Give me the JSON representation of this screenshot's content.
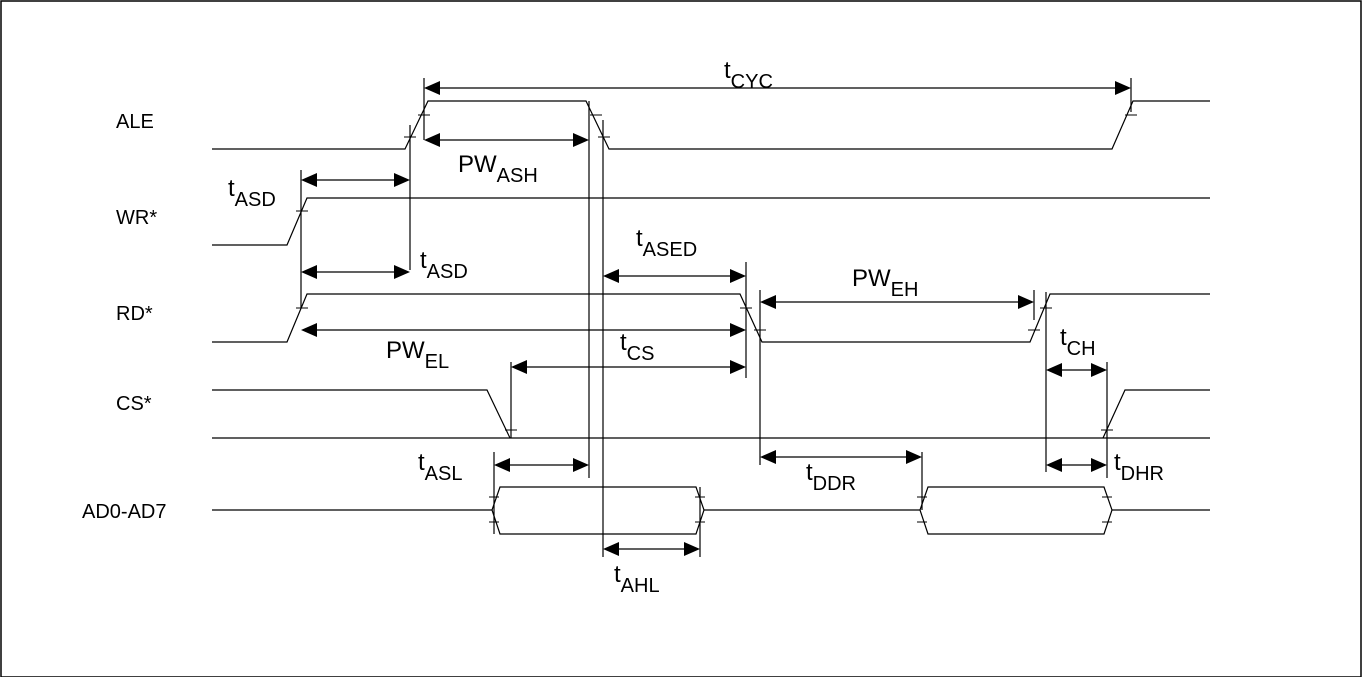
{
  "signals": {
    "ale": "ALE",
    "wr": "WR*",
    "rd": "RD*",
    "cs": "CS*",
    "ad": "AD0-AD7"
  },
  "timings": {
    "tcyc": {
      "main": "t",
      "sub": "CYC"
    },
    "pwash": {
      "main": "PW",
      "sub": "ASH"
    },
    "tasd_wr": {
      "main": "t",
      "sub": "ASD"
    },
    "tasd_rd": {
      "main": "t",
      "sub": "ASD"
    },
    "tased": {
      "main": "t",
      "sub": "ASED"
    },
    "pweh": {
      "main": "PW",
      "sub": "EH"
    },
    "pwel": {
      "main": "PW",
      "sub": "EL"
    },
    "tcs": {
      "main": "t",
      "sub": "CS"
    },
    "tch": {
      "main": "t",
      "sub": "CH"
    },
    "tasl": {
      "main": "t",
      "sub": "ASL"
    },
    "tddr": {
      "main": "t",
      "sub": "DDR"
    },
    "tdhr": {
      "main": "t",
      "sub": "DHR"
    },
    "tahl": {
      "main": "t",
      "sub": "AHL"
    }
  }
}
